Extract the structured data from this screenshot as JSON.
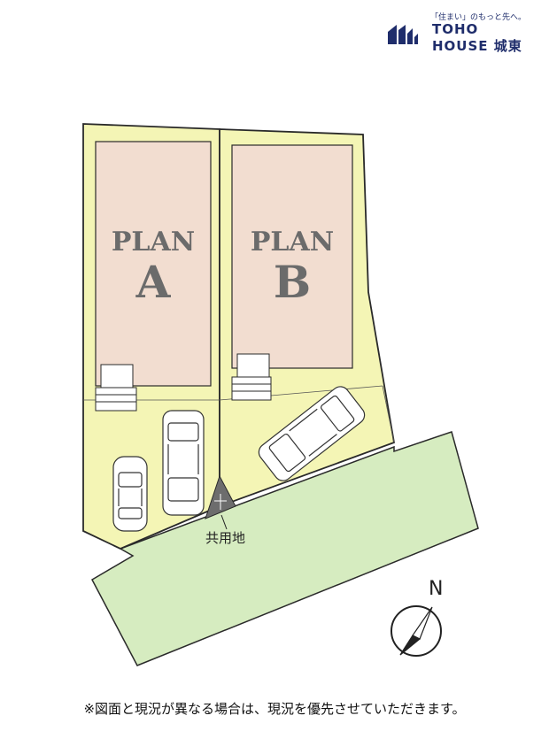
{
  "logo": {
    "tagline": "「住まい」のもっと先へ。",
    "brand_line1": "TOHO",
    "brand_line2": "HOUSE 城東",
    "brand_color": "#1f2d6b"
  },
  "plans": [
    {
      "id": "A",
      "word": "PLAN",
      "letter": "A"
    },
    {
      "id": "B",
      "word": "PLAN",
      "letter": "B"
    }
  ],
  "shared_land_label": "共用地",
  "north_label": "N",
  "footnote": "※図面と現況が異なる場合は、現況を優先させていただきます。",
  "colors": {
    "lot": "#f4f5b5",
    "building": "#f2ddd0",
    "road": "#d6ecc0",
    "outline": "#2a2a2a",
    "shared": "#6d6d6d"
  }
}
